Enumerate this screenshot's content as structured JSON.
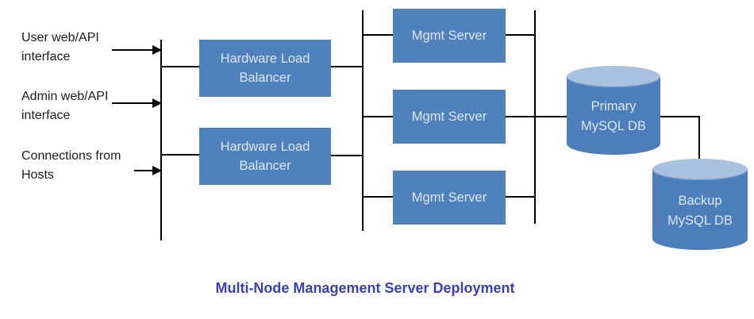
{
  "title": {
    "text": "Multi-Node Management Server Deployment",
    "color": "#3c3cc3"
  },
  "inputs": [
    {
      "line1": "User web/API",
      "line2": "interface"
    },
    {
      "line1": "Admin web/API",
      "line2": "interface"
    },
    {
      "line1": "Connections from",
      "line2": "Hosts"
    }
  ],
  "load_balancers": [
    {
      "label": "Hardware Load Balancer"
    },
    {
      "label": "Hardware Load Balancer"
    }
  ],
  "mgmt_servers": [
    {
      "label": "Mgmt Server"
    },
    {
      "label": "Mgmt Server"
    },
    {
      "label": "Mgmt Server"
    }
  ],
  "databases": [
    {
      "line1": "Primary",
      "line2": "MySQL DB"
    },
    {
      "line1": "Backup",
      "line2": "MySQL DB"
    }
  ],
  "colors": {
    "node_fill": "#4f81bd",
    "node_text": "#dce6f2",
    "cylinder_body": "#4d7ebc",
    "cylinder_top": "#a9c0de",
    "line": "#000000",
    "title": "#3c3cc3",
    "label_text": "#1c1c1c"
  }
}
